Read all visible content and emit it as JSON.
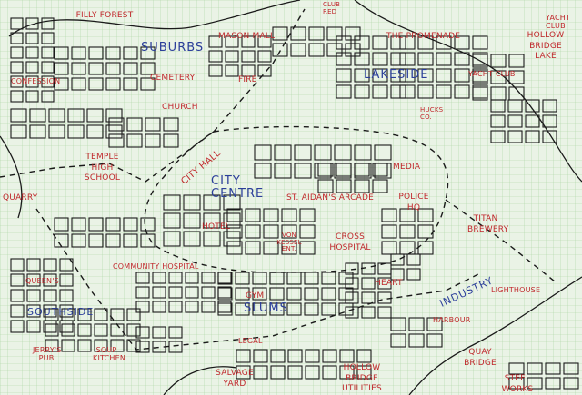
{
  "map": {
    "districts": [
      "Suburbs",
      "Lakeside",
      "City Centre",
      "Southside",
      "Slums",
      "Industry"
    ],
    "places": [
      "Filly Forest",
      "Mason Mall",
      "Club Red",
      "The Promenade",
      "Yacht Club",
      "Hollow Bridge Lake",
      "Confession",
      "Cemetery",
      "Fire",
      "Church",
      "Hucks Co.",
      "Yacht Club",
      "City Hall",
      "Temple High School",
      "Media",
      "Quarry",
      "St. Aidan's Arcade",
      "Police HQ",
      "Hotel",
      "Cross Hospital",
      "Von Kessel Ent.",
      "Titan Brewery",
      "Community Hospital",
      "Heart",
      "Lighthouse",
      "Gym",
      "Harbour",
      "Quay Bridge",
      "Salvage Yard",
      "Hollow Bridge Utilities",
      "Steel Works",
      "Legal",
      "Queen's",
      "Jerry's Pub",
      "Soup Kitchen"
    ],
    "colors": {
      "paper": "#eaf3e6",
      "grid": "#a8d4a0",
      "ink": "#1a1a1a",
      "places": "#c0282c",
      "districts": "#2c3f9a"
    }
  }
}
